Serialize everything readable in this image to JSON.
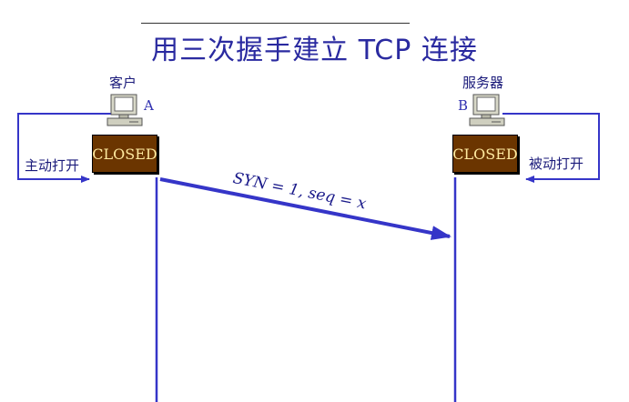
{
  "title": "用三次握手建立 TCP 连接",
  "client": {
    "label": "客户",
    "letter": "A",
    "state": "CLOSED",
    "open_label": "主动打开",
    "icon": "computer-icon"
  },
  "server": {
    "label": "服务器",
    "letter": "B",
    "state": "CLOSED",
    "open_label": "被动打开",
    "icon": "computer-icon"
  },
  "messages": [
    {
      "label": "SYN = 1, seq = x",
      "direction": "A-to-B"
    }
  ],
  "colors": {
    "line": "#3535c8",
    "title": "#2a2aa0",
    "state_fill": "#6b3500",
    "state_text": "#ffeaa0"
  }
}
